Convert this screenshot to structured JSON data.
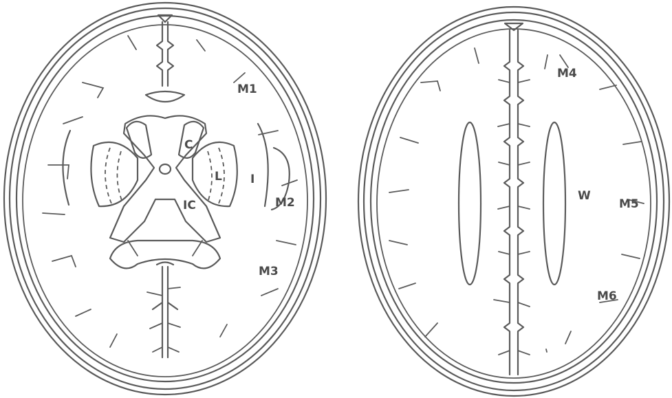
{
  "left_slice": {
    "labels": {
      "m1": "M1",
      "c": "C",
      "l": "L",
      "i": "I",
      "ic": "IC",
      "m2": "M2",
      "m3": "M3"
    }
  },
  "right_slice": {
    "labels": {
      "m4": "M4",
      "w": "W",
      "m5": "M5",
      "m6": "M6"
    }
  }
}
